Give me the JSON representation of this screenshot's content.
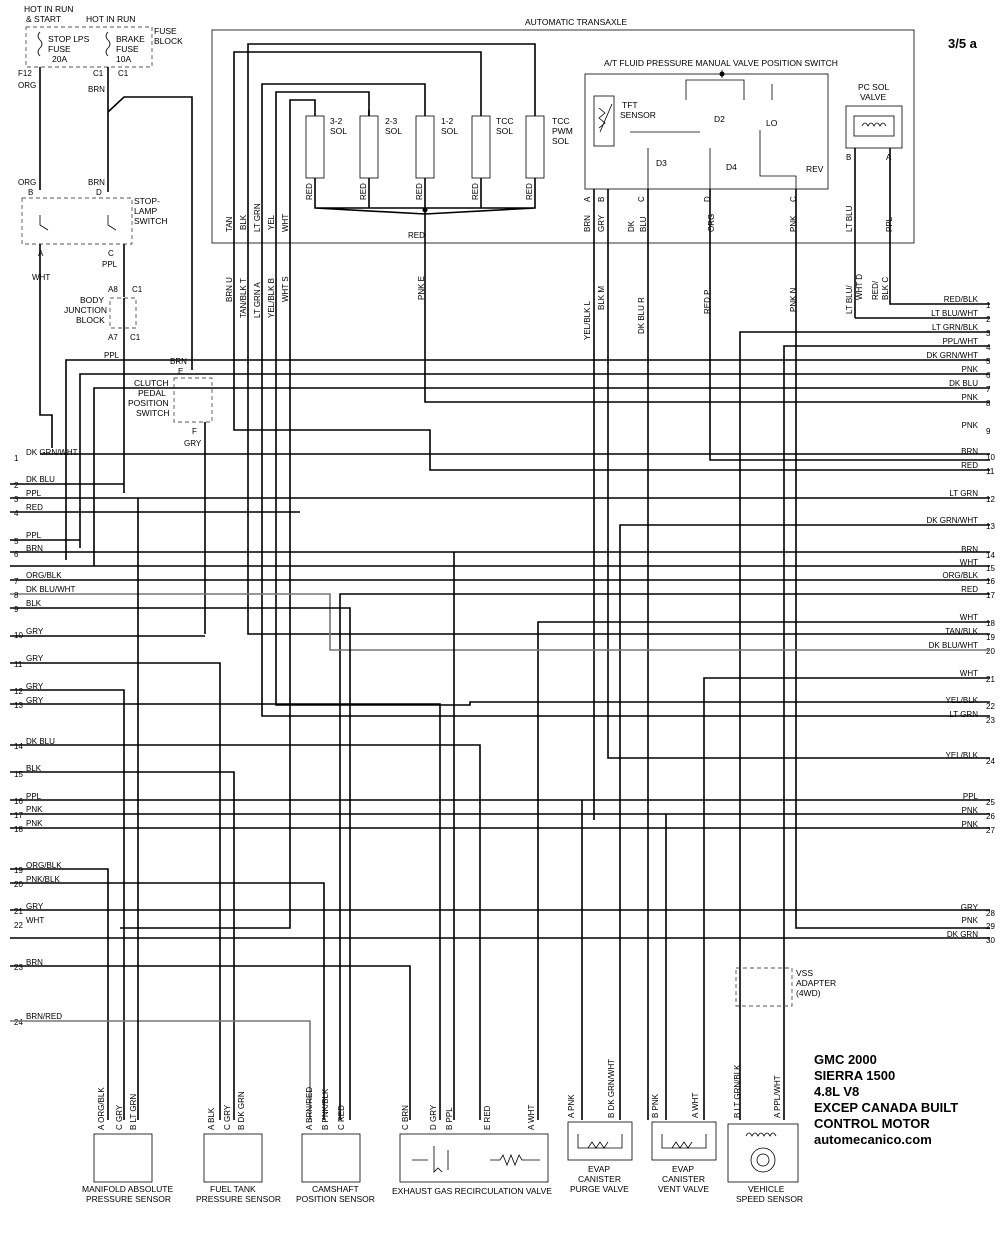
{
  "diagram": {
    "page_label": "3/5 a",
    "power_labels": [
      "HOT IN RUN",
      "& START",
      "HOT IN RUN"
    ],
    "fuses": {
      "stop": [
        "STOP LPS",
        "FUSE",
        "20A"
      ],
      "brake": [
        "BRAKE",
        "FUSE",
        "10A"
      ],
      "block": [
        "FUSE",
        "BLOCK"
      ]
    },
    "switches": {
      "stoplamp": [
        "STOP-",
        "LAMP",
        "SWITCH"
      ],
      "body_junction": [
        "BODY",
        "JUNCTION",
        "BLOCK"
      ],
      "clutch": [
        "CLUTCH",
        "PEDAL",
        "POSITION",
        "SWITCH"
      ]
    },
    "transaxle": {
      "title": "AUTOMATIC TRANSAXLE",
      "pressure_switch": "A/T FLUID PRESSURE MANUAL VALVE POSITION SWITCH",
      "tft": [
        "TFT",
        "SENSOR"
      ],
      "gears": [
        "D2",
        "LO",
        "D3",
        "D4",
        "REV"
      ],
      "pc_sol": [
        "PC SOL",
        "VALVE"
      ],
      "solenoids": [
        [
          "3-2",
          "SOL"
        ],
        [
          "2-3",
          "SOL"
        ],
        [
          "1-2",
          "SOL"
        ],
        [
          "TCC",
          "SOL"
        ],
        [
          "TCC",
          "PWM",
          "SOL"
        ]
      ]
    },
    "right_wires": [
      {
        "label": "RED/BLK",
        "n": "1"
      },
      {
        "label": "LT BLU/WHT",
        "n": "2"
      },
      {
        "label": "LT GRN/BLK",
        "n": "3"
      },
      {
        "label": "PPL/WHT",
        "n": "4"
      },
      {
        "label": "DK GRN/WHT",
        "n": "5"
      },
      {
        "label": "PNK",
        "n": "6"
      },
      {
        "label": "DK BLU",
        "n": "7"
      },
      {
        "label": "PNK",
        "n": "8"
      },
      {
        "label": "PNK",
        "n": "9"
      },
      {
        "label": "BRN",
        "n": "10"
      },
      {
        "label": "RED",
        "n": "11"
      },
      {
        "label": "LT GRN",
        "n": "12"
      },
      {
        "label": "DK GRN/WHT",
        "n": "13"
      },
      {
        "label": "BRN",
        "n": "14"
      },
      {
        "label": "WHT",
        "n": "15"
      },
      {
        "label": "ORG/BLK",
        "n": "16"
      },
      {
        "label": "RED",
        "n": "17"
      },
      {
        "label": "WHT",
        "n": "18"
      },
      {
        "label": "TAN/BLK",
        "n": "19"
      },
      {
        "label": "DK BLU/WHT",
        "n": "20"
      },
      {
        "label": "WHT",
        "n": "21"
      },
      {
        "label": "YEL/BLK",
        "n": "22"
      },
      {
        "label": "LT GRN",
        "n": "23"
      },
      {
        "label": "YEL/BLK",
        "n": "24"
      },
      {
        "label": "PPL",
        "n": "25"
      },
      {
        "label": "PNK",
        "n": "26"
      },
      {
        "label": "PNK",
        "n": "27"
      },
      {
        "label": "GRY",
        "n": "28"
      },
      {
        "label": "PNK",
        "n": "29"
      },
      {
        "label": "DK GRN",
        "n": "30"
      }
    ],
    "left_wires": [
      {
        "n": "1",
        "label": "DK GRN/WHT"
      },
      {
        "n": "2",
        "label": "DK BLU"
      },
      {
        "n": "3",
        "label": "PPL"
      },
      {
        "n": "4",
        "label": "RED"
      },
      {
        "n": "5",
        "label": "PPL"
      },
      {
        "n": "6",
        "label": "BRN"
      },
      {
        "n": "7",
        "label": "ORG/BLK"
      },
      {
        "n": "8",
        "label": "DK BLU/WHT"
      },
      {
        "n": "9",
        "label": "BLK"
      },
      {
        "n": "10",
        "label": "GRY"
      },
      {
        "n": "11",
        "label": "GRY"
      },
      {
        "n": "12",
        "label": "GRY"
      },
      {
        "n": "13",
        "label": "GRY"
      },
      {
        "n": "14",
        "label": "DK BLU"
      },
      {
        "n": "15",
        "label": "BLK"
      },
      {
        "n": "16",
        "label": "PPL"
      },
      {
        "n": "17",
        "label": "PNK"
      },
      {
        "n": "18",
        "label": "PNK"
      },
      {
        "n": "19",
        "label": "ORG/BLK"
      },
      {
        "n": "20",
        "label": "PNK/BLK"
      },
      {
        "n": "21",
        "label": "GRY"
      },
      {
        "n": "22",
        "label": "WHT"
      },
      {
        "n": "23",
        "label": "BRN"
      },
      {
        "n": "24",
        "label": "BRN/RED"
      }
    ],
    "sensors": [
      {
        "name": [
          "MANIFOLD ABSOLUTE",
          "PRESSURE SENSOR"
        ],
        "pins": [
          "A ORG/BLK",
          "C GRY",
          "B LT GRN"
        ]
      },
      {
        "name": [
          "FUEL TANK",
          "PRESSURE SENSOR"
        ],
        "pins": [
          "A BLK",
          "C GRY",
          "B DK GRN"
        ]
      },
      {
        "name": [
          "CAMSHAFT",
          "POSITION SENSOR"
        ],
        "pins": [
          "A BRN/RED",
          "B PNK/BLK",
          "C RED"
        ]
      },
      {
        "name": [
          "EXHAUST GAS RECIRCULATION VALVE"
        ],
        "pins": [
          "C BRN",
          "D GRY",
          "B PPL",
          "E RED",
          "A WHT"
        ]
      },
      {
        "name": [
          "EVAP",
          "CANISTER",
          "PURGE VALVE"
        ],
        "pins": [
          "A PNK",
          "B DK GRN/WHT"
        ]
      },
      {
        "name": [
          "EVAP",
          "CANISTER",
          "VENT VALVE"
        ],
        "pins": [
          "B PNK",
          "A WHT"
        ]
      },
      {
        "name": [
          "VEHICLE",
          "SPEED SENSOR"
        ],
        "pins": [
          "B LT GRN/BLK",
          "A PPL/WHT"
        ]
      }
    ],
    "vss_adapter": [
      "VSS",
      "ADAPTER",
      "(4WD)"
    ],
    "title_block": [
      "GMC 2000",
      "SIERRA 1500",
      "4.8L V8",
      "EXCEP CANADA BUILT",
      "CONTROL MOTOR",
      "automecanico.com"
    ]
  }
}
